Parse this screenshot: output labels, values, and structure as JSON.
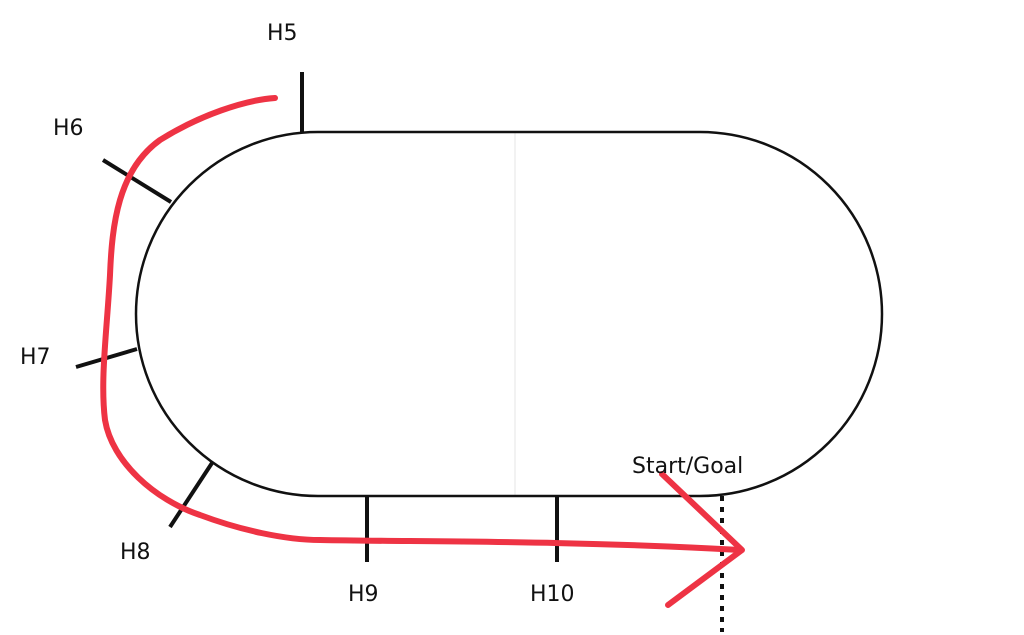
{
  "colors": {
    "track": "#111111",
    "marker": "#111111",
    "route": "#ee3344",
    "background": "#ffffff"
  },
  "markers": {
    "h5": "H5",
    "h6": "H6",
    "h7": "H7",
    "h8": "H8",
    "h9": "H9",
    "h10": "H10"
  },
  "start_goal": "Start/Goal"
}
